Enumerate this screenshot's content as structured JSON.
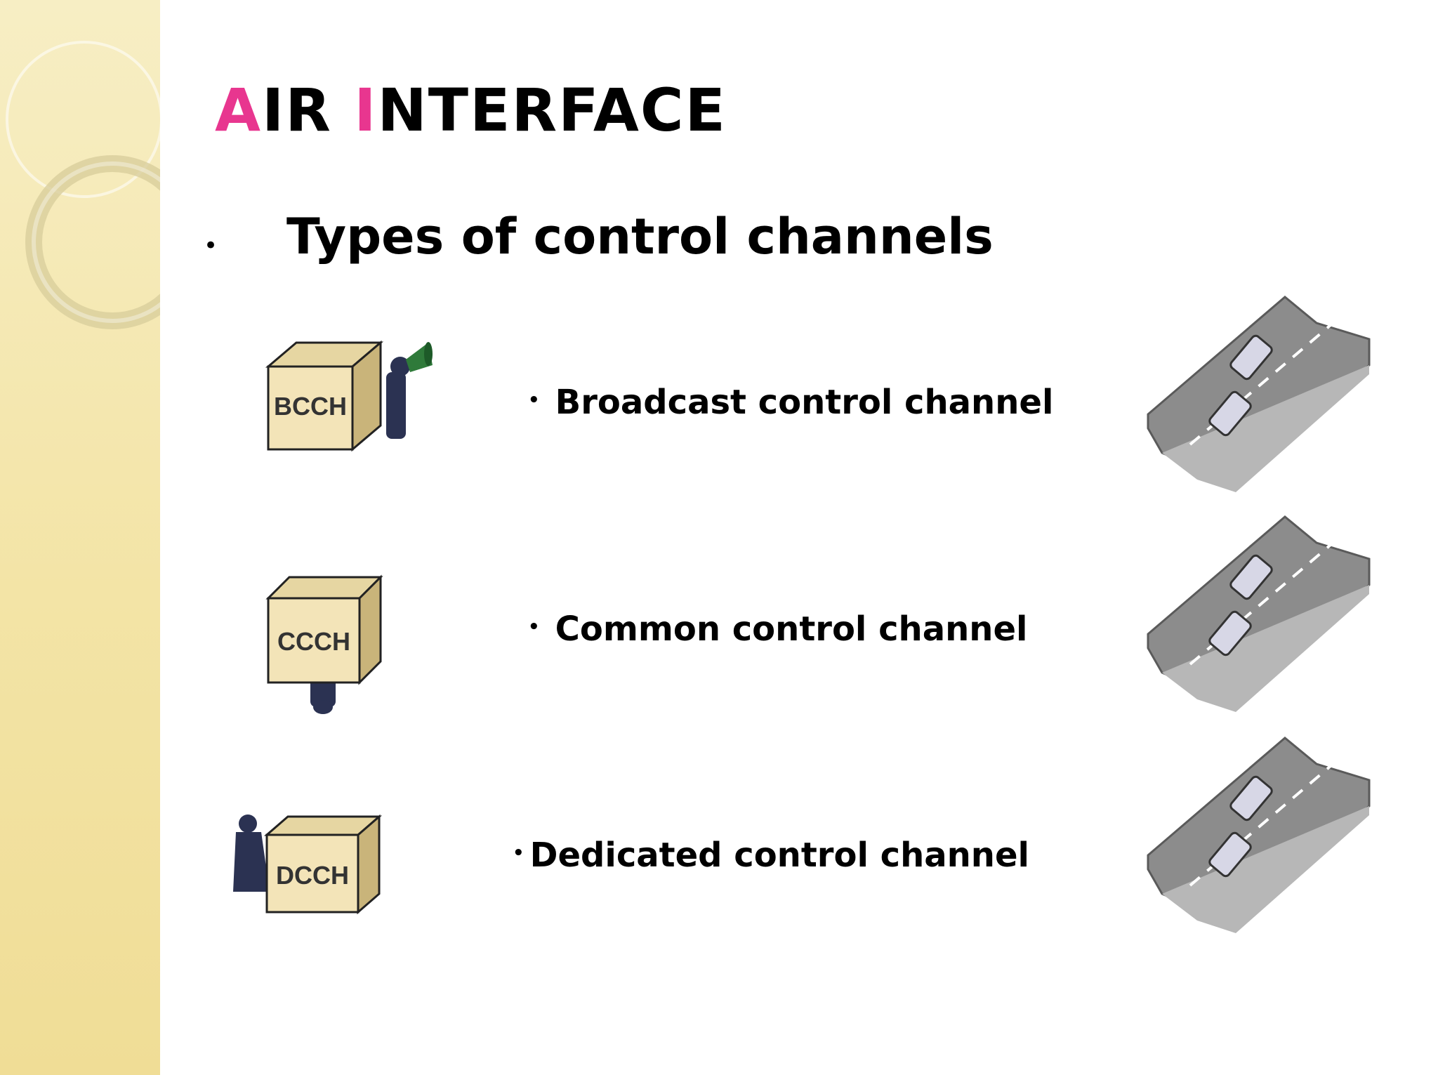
{
  "slide": {
    "title": {
      "first_initial": "A",
      "first_rest": "IR ",
      "second_initial": "I",
      "second_rest": "NTERFACE"
    },
    "heading": "Types of control channels",
    "bullet_symbol": "•",
    "channels": [
      {
        "box_label": "BCCH",
        "text": "Broadcast control channel",
        "icon": "box-with-megaphone-person-icon"
      },
      {
        "box_label": "CCCH",
        "text": "Common control channel",
        "icon": "box-with-person-underneath-icon"
      },
      {
        "box_label": "DCCH",
        "text": "Dedicated control channel",
        "icon": "box-with-person-behind-icon"
      }
    ],
    "road_icon": "two-lane-road-with-cars-icon"
  },
  "colors": {
    "accent": "#e8368f",
    "side_panel": "#f3e4a6",
    "box_face": "#f3e4b8",
    "road": "#8a8a8a"
  }
}
